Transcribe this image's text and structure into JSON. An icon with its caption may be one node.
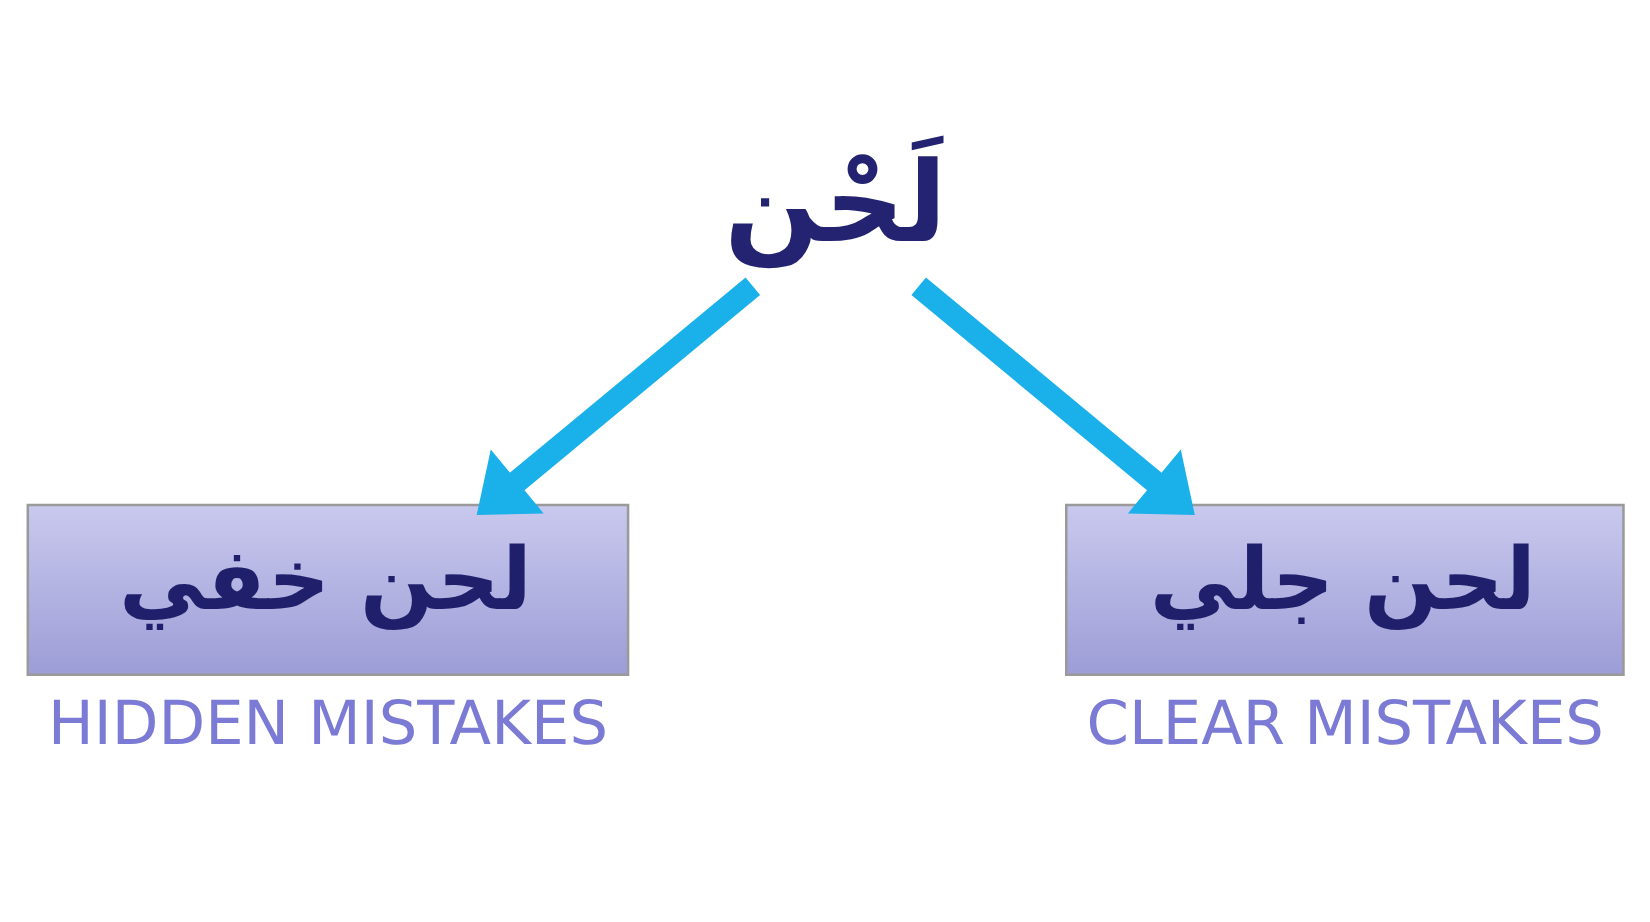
{
  "diagram": {
    "nodes": [
      {
        "text": [
          "لَحْن"
        ]
      },
      {
        "text": [
          "لحن خفي"
        ],
        "beside": [
          "HIDDEN MISTAKES"
        ]
      },
      {
        "text": [
          "لحن جلي"
        ],
        "beside": [
          "CLEAR MISTAKES"
        ]
      }
    ],
    "edges": [
      {
        "from": 0,
        "to": 1,
        "arrow": "to"
      },
      {
        "from": 0,
        "to": 2,
        "arrow": "to"
      }
    ]
  }
}
